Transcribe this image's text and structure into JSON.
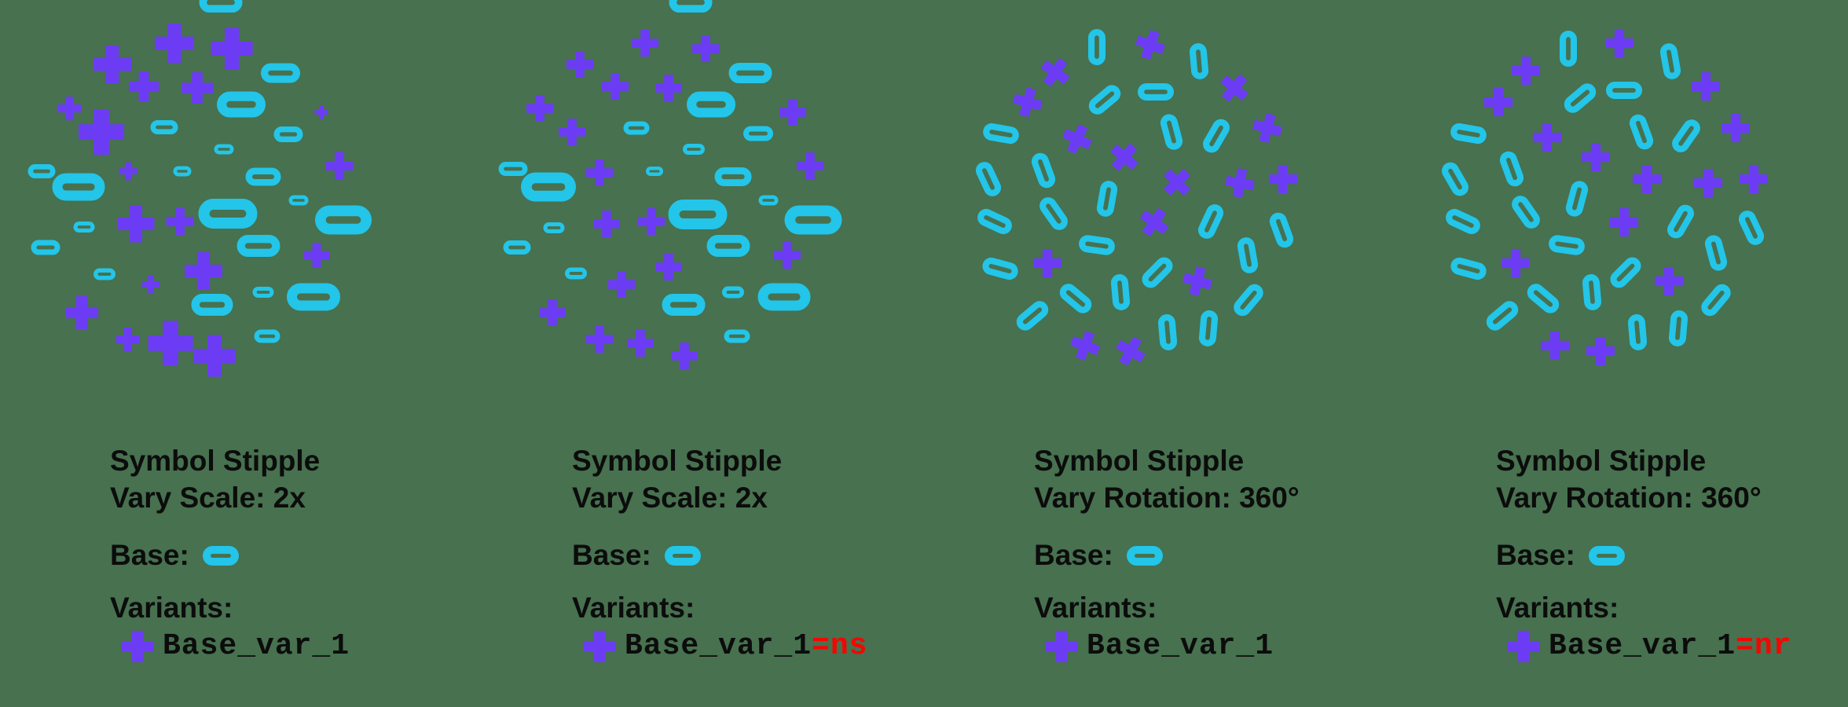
{
  "colors": {
    "background": "#47714F",
    "base_cyan": "#23C5E9",
    "variant_purple": "#6C3CF5",
    "text": "#0C0C0C",
    "error_red": "#F80400"
  },
  "icons": {
    "base": "pill-ring-icon",
    "variant": "plus-icon"
  },
  "panels": [
    {
      "title": "Symbol Stipple",
      "subtitle": "Vary Scale: 2x",
      "base_label": "Base:",
      "variants_label": "Variants:",
      "variant_name": "Base_var_1",
      "variant_suffix": "",
      "stipple": {
        "plus": [
          [
            143,
            82,
            48,
            0
          ],
          [
            222,
            55,
            50,
            0
          ],
          [
            295,
            62,
            53,
            0
          ],
          [
            183,
            110,
            38,
            0
          ],
          [
            251,
            112,
            40,
            0
          ],
          [
            88,
            138,
            30,
            0
          ],
          [
            129,
            168,
            58,
            0
          ],
          [
            409,
            143,
            17,
            0
          ],
          [
            432,
            211,
            35,
            0
          ],
          [
            163,
            218,
            23,
            0
          ],
          [
            173,
            285,
            47,
            0
          ],
          [
            229,
            282,
            35,
            0
          ],
          [
            259,
            345,
            48,
            0
          ],
          [
            403,
            325,
            32,
            0
          ],
          [
            192,
            362,
            22,
            0
          ],
          [
            104,
            398,
            42,
            0
          ],
          [
            163,
            432,
            30,
            0
          ],
          [
            217,
            437,
            57,
            0
          ],
          [
            273,
            453,
            53,
            0
          ]
        ],
        "pill": [
          [
            281,
            3,
            55,
            26,
            0
          ],
          [
            357,
            93,
            50,
            25,
            0
          ],
          [
            307,
            133,
            62,
            33,
            0
          ],
          [
            209,
            162,
            35,
            18,
            0
          ],
          [
            367,
            171,
            37,
            20,
            0
          ],
          [
            285,
            190,
            25,
            13,
            0
          ],
          [
            53,
            218,
            35,
            18,
            0
          ],
          [
            100,
            238,
            67,
            35,
            0
          ],
          [
            232,
            218,
            23,
            13,
            0
          ],
          [
            335,
            225,
            45,
            23,
            0
          ],
          [
            380,
            255,
            25,
            13,
            0
          ],
          [
            290,
            272,
            75,
            38,
            0
          ],
          [
            437,
            280,
            72,
            37,
            0
          ],
          [
            107,
            289,
            27,
            14,
            0
          ],
          [
            329,
            313,
            55,
            28,
            0
          ],
          [
            58,
            315,
            37,
            19,
            0
          ],
          [
            133,
            349,
            28,
            15,
            0
          ],
          [
            335,
            372,
            27,
            14,
            0
          ],
          [
            399,
            378,
            68,
            35,
            0
          ],
          [
            270,
            388,
            53,
            28,
            0
          ],
          [
            340,
            428,
            33,
            17,
            0
          ]
        ]
      }
    },
    {
      "title": "Symbol Stipple",
      "subtitle": "Vary Scale: 2x",
      "base_label": "Base:",
      "variants_label": "Variants:",
      "variant_name": "Base_var_1",
      "variant_suffix": "=ns",
      "stipple": {
        "plus": [
          [
            233,
            55,
            34,
            0
          ],
          [
            310,
            62,
            34,
            0
          ],
          [
            150,
            82,
            34,
            0
          ],
          [
            195,
            110,
            34,
            0
          ],
          [
            263,
            112,
            34,
            0
          ],
          [
            99,
            138,
            34,
            0
          ],
          [
            140,
            168,
            34,
            0
          ],
          [
            421,
            143,
            34,
            0
          ],
          [
            443,
            211,
            34,
            0
          ],
          [
            175,
            220,
            34,
            0
          ],
          [
            184,
            285,
            34,
            0
          ],
          [
            241,
            282,
            34,
            0
          ],
          [
            263,
            340,
            34,
            0
          ],
          [
            414,
            325,
            34,
            0
          ],
          [
            203,
            362,
            34,
            0
          ],
          [
            115,
            398,
            34,
            0
          ],
          [
            175,
            432,
            34,
            0
          ],
          [
            227,
            437,
            34,
            0
          ],
          [
            283,
            453,
            34,
            0
          ]
        ],
        "pill": [
          [
            291,
            3,
            55,
            26,
            0
          ],
          [
            367,
            93,
            55,
            26,
            0
          ],
          [
            317,
            133,
            62,
            33,
            0
          ],
          [
            222,
            163,
            33,
            17,
            0
          ],
          [
            377,
            170,
            38,
            19,
            0
          ],
          [
            295,
            190,
            28,
            14,
            0
          ],
          [
            65,
            215,
            37,
            18,
            0
          ],
          [
            110,
            238,
            70,
            37,
            0
          ],
          [
            245,
            218,
            22,
            12,
            0
          ],
          [
            345,
            225,
            47,
            24,
            0
          ],
          [
            390,
            255,
            25,
            13,
            0
          ],
          [
            300,
            273,
            75,
            38,
            0
          ],
          [
            447,
            280,
            73,
            37,
            0
          ],
          [
            117,
            290,
            27,
            14,
            0
          ],
          [
            339,
            313,
            55,
            28,
            0
          ],
          [
            70,
            315,
            35,
            18,
            0
          ],
          [
            145,
            348,
            28,
            15,
            0
          ],
          [
            345,
            372,
            28,
            15,
            0
          ],
          [
            410,
            378,
            67,
            35,
            0
          ],
          [
            282,
            388,
            55,
            28,
            0
          ],
          [
            350,
            428,
            33,
            17,
            0
          ]
        ]
      }
    },
    {
      "title": "Symbol Stipple",
      "subtitle": "Vary Rotation: 360°",
      "base_label": "Base:",
      "variants_label": "Variants:",
      "variant_name": "Base_var_1",
      "variant_suffix": "",
      "stipple": {
        "plus": [
          [
            288,
            57,
            36,
            20
          ],
          [
            167,
            92,
            36,
            35
          ],
          [
            132,
            130,
            36,
            15
          ],
          [
            395,
            112,
            36,
            40
          ],
          [
            437,
            163,
            36,
            15
          ],
          [
            195,
            177,
            36,
            25
          ],
          [
            255,
            200,
            36,
            40
          ],
          [
            322,
            232,
            36,
            45
          ],
          [
            402,
            233,
            36,
            10
          ],
          [
            457,
            228,
            36,
            0
          ],
          [
            293,
            283,
            36,
            35
          ],
          [
            157,
            335,
            36,
            0
          ],
          [
            348,
            358,
            36,
            15
          ],
          [
            205,
            440,
            36,
            20
          ],
          [
            263,
            447,
            36,
            30
          ]
        ],
        "pill": [
          [
            220,
            60,
            46,
            22,
            90
          ],
          [
            350,
            78,
            46,
            22,
            85
          ],
          [
            295,
            117,
            46,
            22,
            0
          ],
          [
            230,
            127,
            46,
            22,
            -40
          ],
          [
            98,
            170,
            46,
            22,
            10
          ],
          [
            315,
            168,
            46,
            22,
            75
          ],
          [
            372,
            173,
            46,
            22,
            -60
          ],
          [
            152,
            217,
            46,
            22,
            70
          ],
          [
            82,
            228,
            46,
            22,
            65
          ],
          [
            233,
            253,
            46,
            22,
            -80
          ],
          [
            165,
            272,
            46,
            22,
            55
          ],
          [
            90,
            282,
            46,
            22,
            25
          ],
          [
            365,
            282,
            46,
            22,
            -65
          ],
          [
            455,
            293,
            46,
            22,
            70
          ],
          [
            220,
            312,
            46,
            22,
            8
          ],
          [
            412,
            325,
            46,
            22,
            80
          ],
          [
            97,
            342,
            46,
            22,
            15
          ],
          [
            297,
            347,
            46,
            22,
            -45
          ],
          [
            250,
            372,
            46,
            22,
            85
          ],
          [
            193,
            380,
            46,
            22,
            40
          ],
          [
            413,
            382,
            46,
            22,
            -50
          ],
          [
            138,
            402,
            46,
            22,
            -40
          ],
          [
            310,
            423,
            46,
            22,
            85
          ],
          [
            362,
            418,
            46,
            22,
            -85
          ]
        ]
      }
    },
    {
      "title": "Symbol Stipple",
      "subtitle": "Vary Rotation: 360°",
      "base_label": "Base:",
      "variants_label": "Variants:",
      "variant_name": "Base_var_1",
      "variant_suffix": "=nr",
      "stipple": {
        "plus": [
          [
            297,
            55,
            36,
            0
          ],
          [
            178,
            90,
            36,
            0
          ],
          [
            143,
            130,
            36,
            0
          ],
          [
            407,
            110,
            36,
            0
          ],
          [
            445,
            163,
            36,
            0
          ],
          [
            205,
            175,
            36,
            0
          ],
          [
            267,
            200,
            36,
            0
          ],
          [
            332,
            228,
            36,
            0
          ],
          [
            410,
            233,
            36,
            0
          ],
          [
            468,
            228,
            36,
            0
          ],
          [
            303,
            283,
            36,
            0
          ],
          [
            165,
            335,
            36,
            0
          ],
          [
            360,
            358,
            36,
            0
          ],
          [
            215,
            440,
            36,
            0
          ],
          [
            273,
            447,
            36,
            0
          ]
        ],
        "pill": [
          [
            232,
            62,
            46,
            22,
            90
          ],
          [
            362,
            78,
            46,
            22,
            80
          ],
          [
            303,
            115,
            46,
            22,
            0
          ],
          [
            247,
            125,
            46,
            22,
            -40
          ],
          [
            105,
            170,
            46,
            22,
            10
          ],
          [
            325,
            168,
            46,
            22,
            70
          ],
          [
            382,
            173,
            46,
            22,
            -55
          ],
          [
            160,
            215,
            46,
            22,
            70
          ],
          [
            88,
            228,
            46,
            22,
            60
          ],
          [
            243,
            253,
            46,
            22,
            -75
          ],
          [
            178,
            270,
            46,
            22,
            55
          ],
          [
            98,
            282,
            46,
            22,
            25
          ],
          [
            375,
            282,
            46,
            22,
            -60
          ],
          [
            465,
            290,
            46,
            22,
            65
          ],
          [
            230,
            312,
            46,
            22,
            8
          ],
          [
            420,
            322,
            46,
            22,
            75
          ],
          [
            105,
            342,
            46,
            22,
            15
          ],
          [
            305,
            347,
            46,
            22,
            -45
          ],
          [
            262,
            372,
            46,
            22,
            85
          ],
          [
            200,
            380,
            46,
            22,
            40
          ],
          [
            420,
            382,
            46,
            22,
            -50
          ],
          [
            148,
            402,
            46,
            22,
            -40
          ],
          [
            320,
            423,
            46,
            22,
            85
          ],
          [
            372,
            418,
            46,
            22,
            -85
          ]
        ]
      }
    }
  ]
}
